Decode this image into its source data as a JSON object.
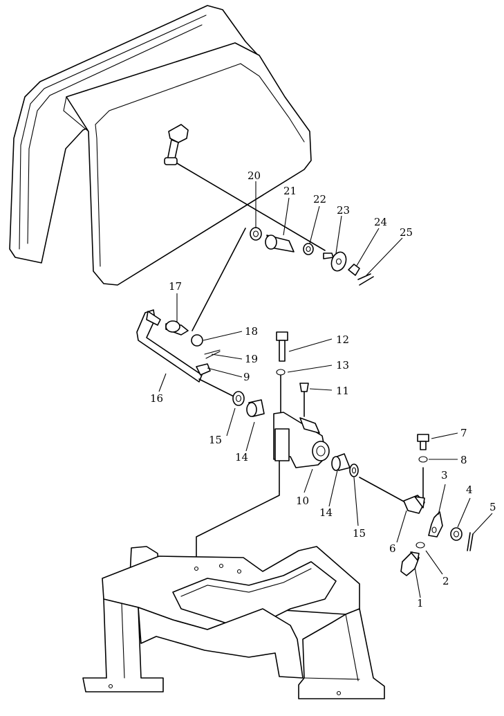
{
  "callouts": {
    "c1": "1",
    "c2": "2",
    "c3": "3",
    "c4": "4",
    "c5": "5",
    "c6": "6",
    "c7": "7",
    "c8": "8",
    "c9": "9",
    "c10": "10",
    "c11": "11",
    "c12": "12",
    "c13": "13",
    "c14a": "14",
    "c14b": "14",
    "c15a": "15",
    "c15b": "15",
    "c16": "16",
    "c17": "17",
    "c18": "18",
    "c19": "19",
    "c20": "20",
    "c21": "21",
    "c22": "22",
    "c23": "23",
    "c24": "24",
    "c25": "25"
  },
  "colors": {
    "ink": "#000000",
    "paper": "#ffffff"
  }
}
